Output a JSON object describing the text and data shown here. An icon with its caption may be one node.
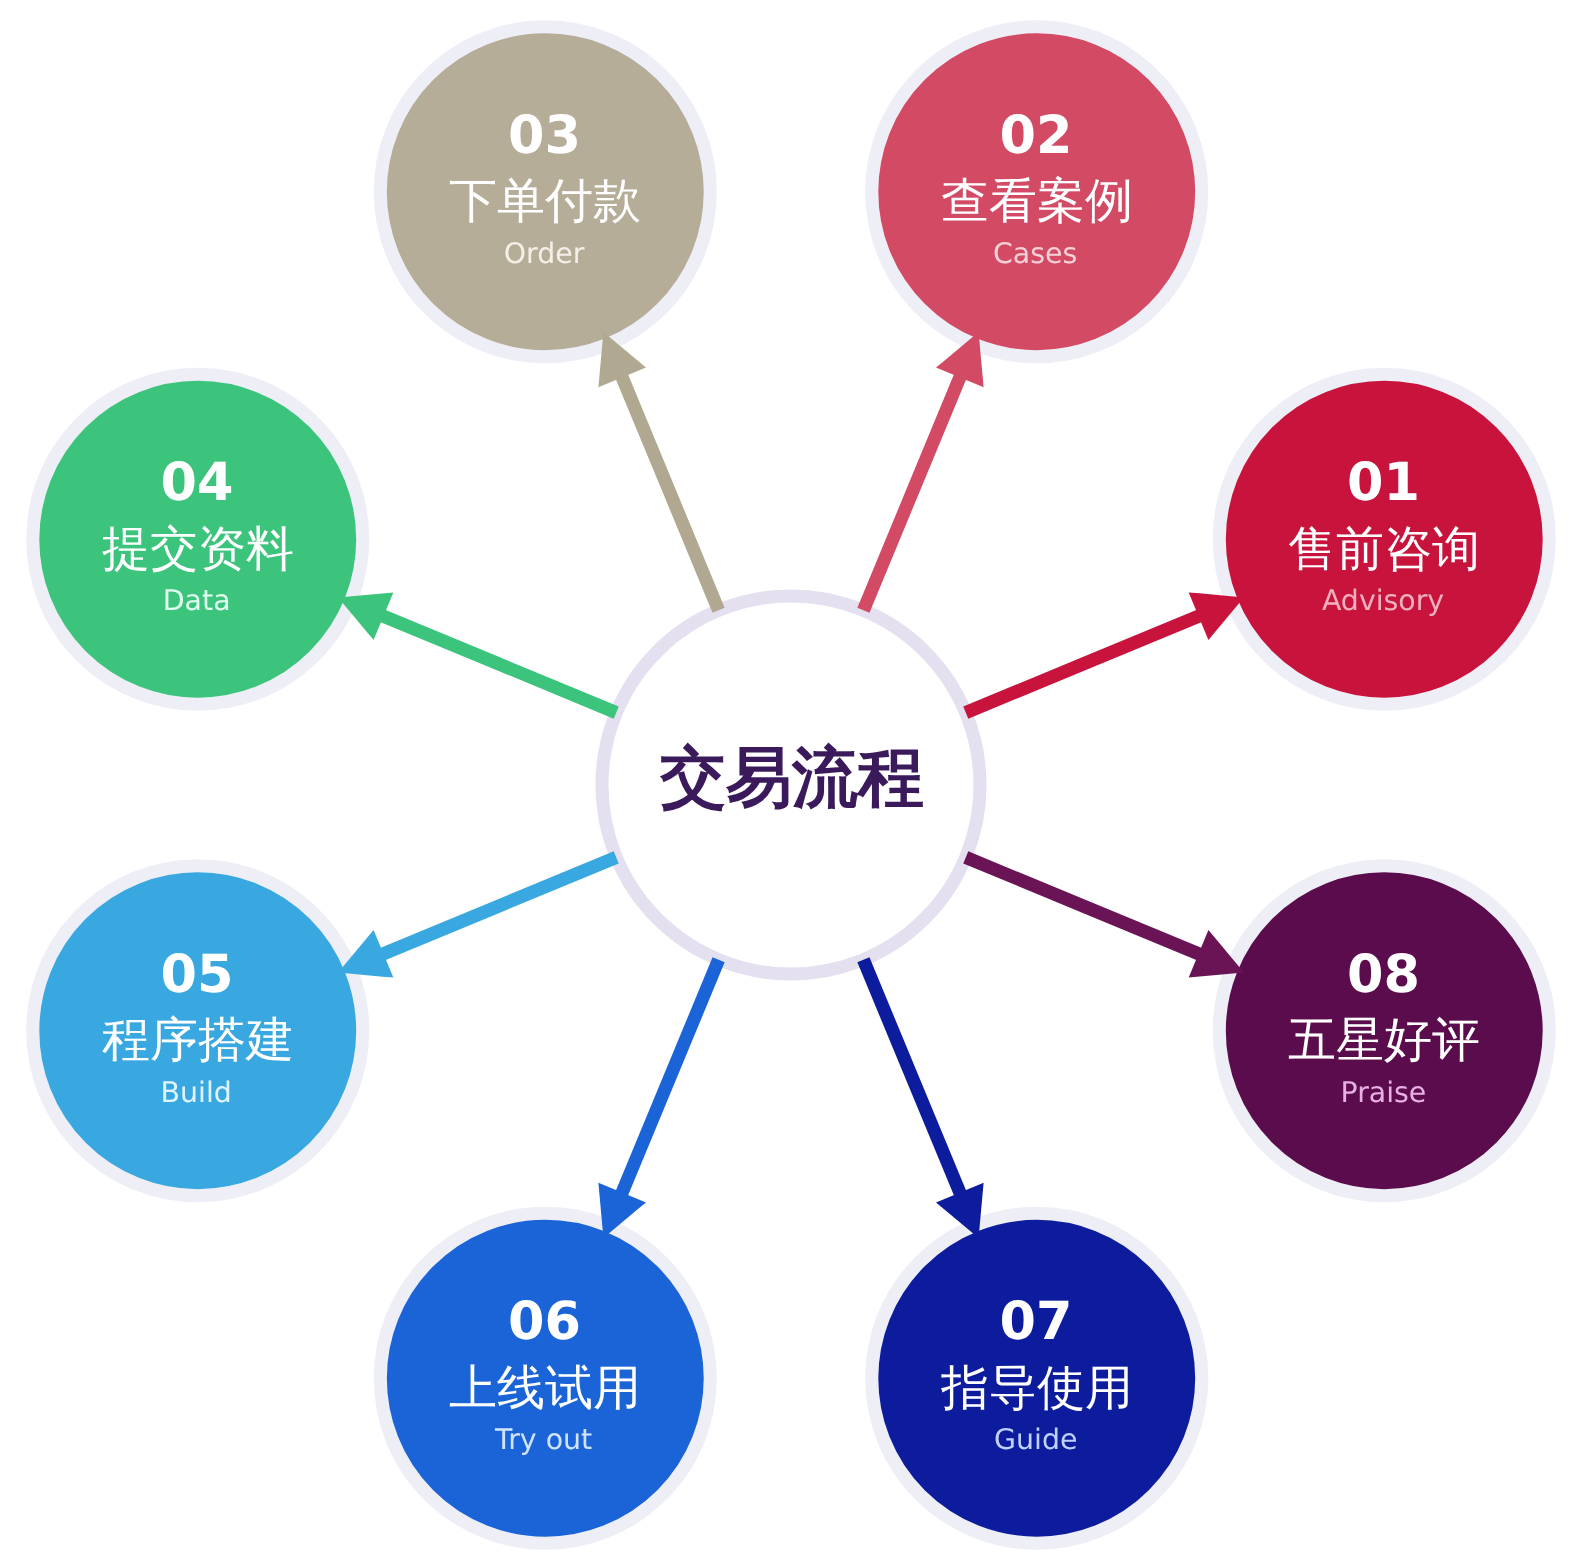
{
  "diagram": {
    "nodes": [
      {
        "text": [
          "交易流程"
        ]
      },
      {
        "text": [
          "01",
          "售前咨询",
          "Advisory"
        ]
      },
      {
        "text": [
          "02",
          "查看案例",
          "Cases"
        ]
      },
      {
        "text": [
          "03",
          "下单付款",
          "Order"
        ]
      },
      {
        "text": [
          "04",
          "提交资料",
          "Data"
        ]
      },
      {
        "text": [
          "05",
          "程序搭建",
          "Build"
        ]
      },
      {
        "text": [
          "06",
          "上线试用",
          "Try out"
        ]
      },
      {
        "text": [
          "07",
          "指导使用",
          "Guide"
        ]
      },
      {
        "text": [
          "08",
          "五星好评",
          "Praise"
        ]
      }
    ],
    "edges": [
      {
        "from": 0,
        "to": 1,
        "arrow": "to",
        "color": "#c8143c"
      },
      {
        "from": 0,
        "to": 2,
        "arrow": "to",
        "color": "#d24a64"
      },
      {
        "from": 0,
        "to": 3,
        "arrow": "to",
        "color": "#b0a890"
      },
      {
        "from": 0,
        "to": 4,
        "arrow": "to",
        "color": "#3cc47c"
      },
      {
        "from": 0,
        "to": 5,
        "arrow": "to",
        "color": "#3aa8e0"
      },
      {
        "from": 0,
        "to": 6,
        "arrow": "to",
        "color": "#1a64d8"
      },
      {
        "from": 0,
        "to": 7,
        "arrow": "to",
        "color": "#0c1c9c"
      },
      {
        "from": 0,
        "to": 8,
        "arrow": "to",
        "color": "#6a1456"
      }
    ]
  }
}
